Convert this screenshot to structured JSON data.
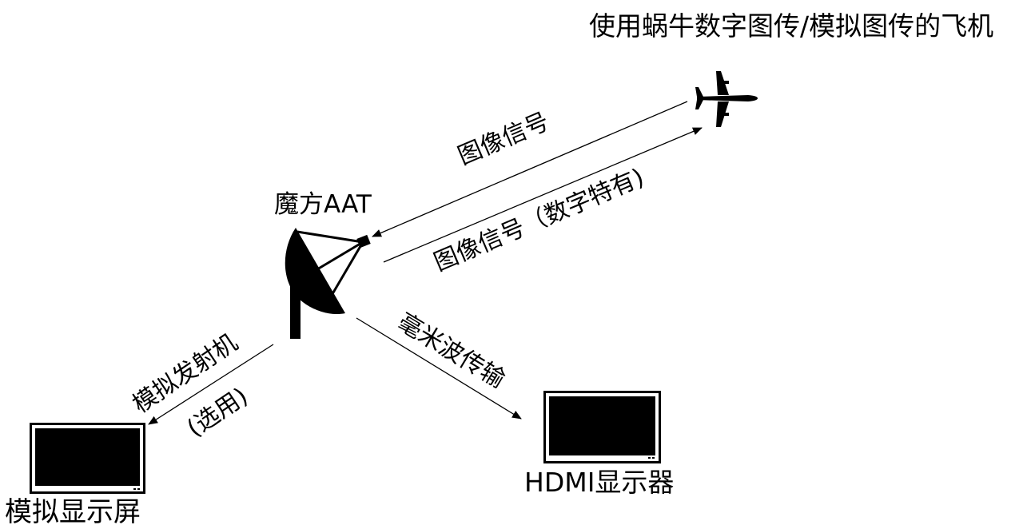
{
  "title": "使用蜗牛数字图传/模拟图传的飞机",
  "nodes": {
    "aat": "魔方AAT",
    "analog_display": "模拟显示屏",
    "hdmi_display": "HDMI显示器"
  },
  "links": {
    "image_signal": "图像信号",
    "image_signal_digital": "图像信号（数字特有)",
    "mmwave": "毫米波传输",
    "analog_tx": "模拟发射机",
    "analog_tx_optional": "(选用)"
  },
  "colors": {
    "ink": "#000000",
    "background": "#ffffff"
  },
  "icons": {
    "airplane": "airplane-icon",
    "antenna": "satellite-dish-icon",
    "monitor": "monitor-icon"
  }
}
